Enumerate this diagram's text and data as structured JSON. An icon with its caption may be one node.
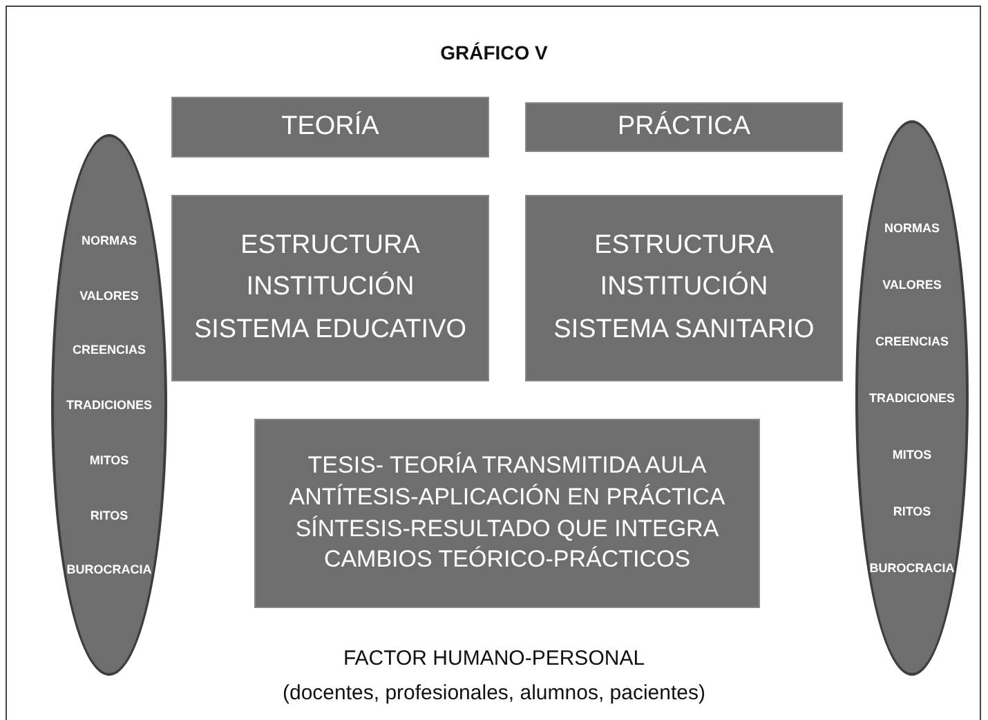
{
  "diagram": {
    "title": "GRÁFICO V",
    "nodes": [
      {
        "text": [
          "NORMAS",
          "VALORES",
          "CREENCIAS",
          "TRADICIONES",
          "MITOS",
          "RITOS",
          "BUROCRACIA"
        ]
      },
      {
        "text": [
          "TEORÍA"
        ]
      },
      {
        "text": [
          "PRÁCTICA"
        ]
      },
      {
        "text": [
          "NORMAS",
          "VALORES",
          "CREENCIAS",
          "TRADICIONES",
          "MITOS",
          "RITOS",
          "BUROCRACIA"
        ]
      },
      {
        "text": [
          "ESTRUCTURA",
          "INSTITUCIÓN",
          "SISTEMA EDUCATIVO"
        ]
      },
      {
        "text": [
          "ESTRUCTURA",
          "INSTITUCIÓN",
          "SISTEMA SANITARIO"
        ]
      },
      {
        "text": [
          "TESIS- TEORÍA TRANSMITIDA AULA",
          "ANTÍTESIS-APLICACIÓN EN PRÁCTICA",
          "SÍNTESIS-RESULTADO QUE INTEGRA CAMBIOS TEÓRICO-PRÁCTICOS"
        ]
      }
    ],
    "edges": [],
    "labels": [
      "FACTOR HUMANO-PERSONAL",
      "(docentes, profesionales, alumnos, pacientes)"
    ]
  }
}
